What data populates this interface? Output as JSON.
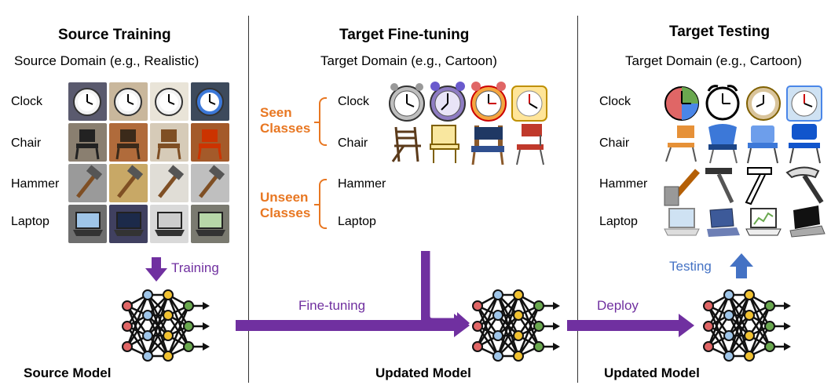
{
  "columns": [
    {
      "title": "Source Training",
      "domain": "Source Domain (e.g., Realistic)",
      "model_label": "Source Model"
    },
    {
      "title": "Target Fine-tuning",
      "domain": "Target Domain (e.g., Cartoon)",
      "model_label": "Updated Model"
    },
    {
      "title": "Target Testing",
      "domain": "Target Domain (e.g., Cartoon)",
      "model_label": "Updated Model"
    }
  ],
  "classes": [
    "Clock",
    "Chair",
    "Hammer",
    "Laptop"
  ],
  "groups": {
    "seen": [
      "Seen",
      "Classes"
    ],
    "unseen": [
      "Unseen",
      "Classes"
    ]
  },
  "arrows": {
    "training": "Training",
    "fine_tuning": "Fine-tuning",
    "deploy": "Deploy",
    "testing": "Testing"
  },
  "colors": {
    "purple": "#7030a0",
    "orange": "#e87722",
    "blue": "#4472c4"
  }
}
